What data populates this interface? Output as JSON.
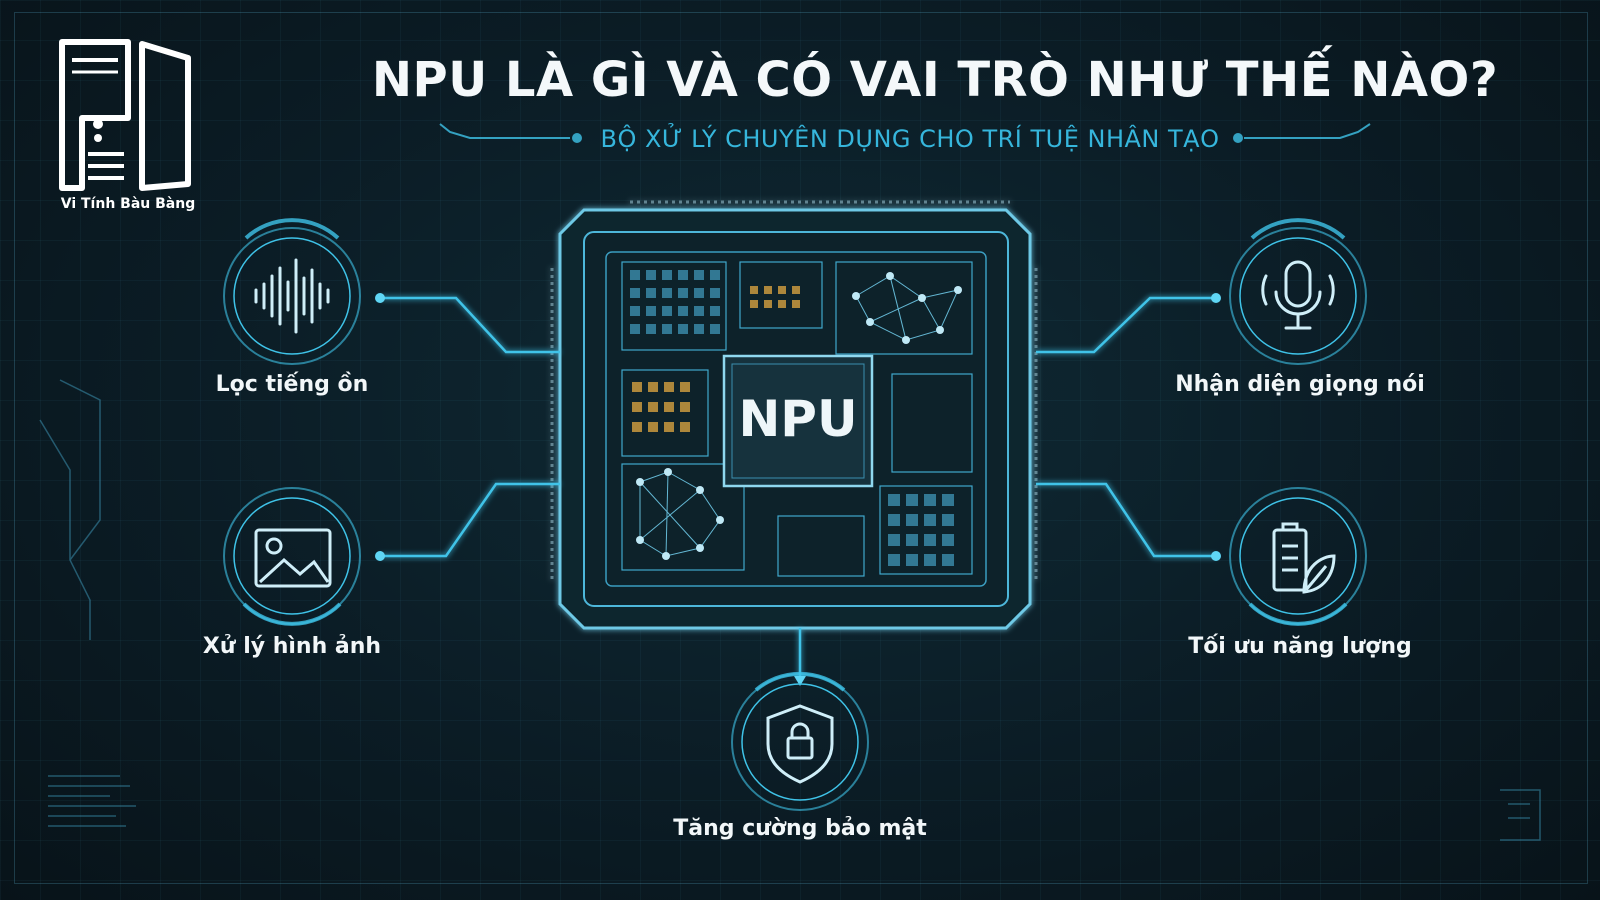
{
  "logo": {
    "caption": "Vi Tính Bàu Bàng"
  },
  "header": {
    "title": "NPU LÀ GÌ VÀ CÓ VAI TRÒ NHƯ THẾ NÀO?",
    "subtitle": "BỘ XỬ LÝ CHUYÊN DỤNG CHO TRÍ TUỆ NHÂN TẠO"
  },
  "chip": {
    "label": "NPU"
  },
  "features": {
    "noise": {
      "label": "Lọc tiếng ồn",
      "icon": "sound-wave-icon"
    },
    "image": {
      "label": "Xử lý hình ảnh",
      "icon": "image-icon"
    },
    "voice": {
      "label": "Nhận diện giọng nói",
      "icon": "microphone-icon"
    },
    "energy": {
      "label": "Tối ưu năng lượng",
      "icon": "battery-leaf-icon"
    },
    "security": {
      "label": "Tăng cường bảo mật",
      "icon": "shield-lock-icon"
    }
  },
  "colors": {
    "accent": "#36b6dc",
    "line": "#3fc3e8",
    "background": "#0b1c25"
  }
}
